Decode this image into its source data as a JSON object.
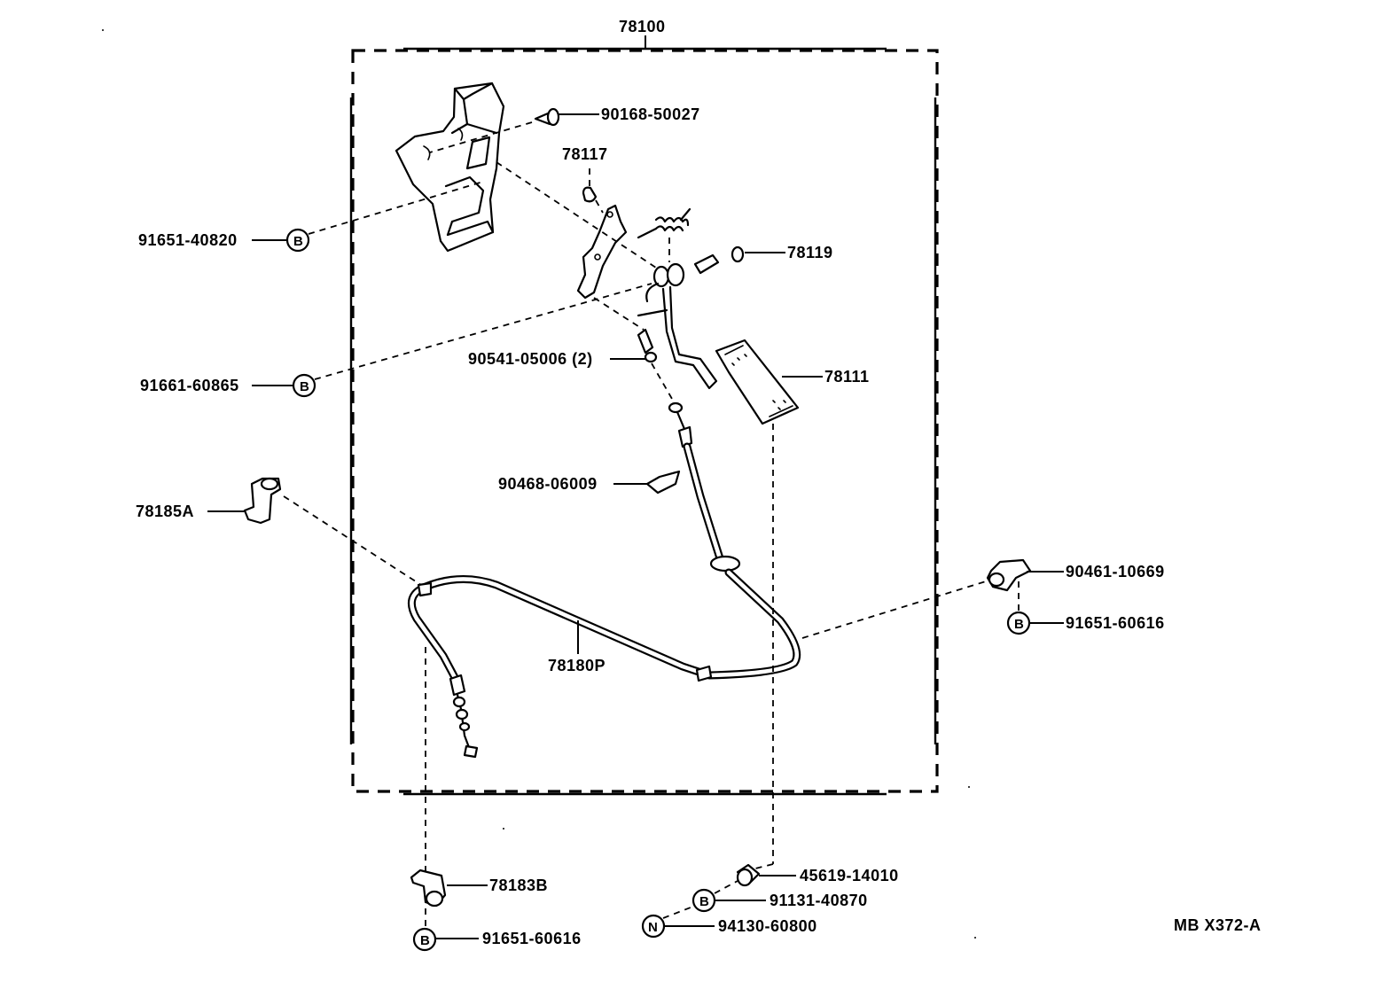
{
  "diagram": {
    "assembly_label": "78100",
    "drawing_code": "MB X372-A",
    "parts": {
      "bolt_upper": "90168-50027",
      "clip_upper": "78117",
      "bushing": "78119",
      "bolt_left_upper": "91651-40820",
      "bolt_left_mid": "91661-60865",
      "pin": "90541-05006 (2)",
      "pedal_pad": "78111",
      "clip_cable": "90468-06009",
      "clamp_left": "78185A",
      "cable": "78180P",
      "clamp_right": "90461-10669",
      "bolt_right": "91651-60616",
      "bracket_bottom": "78183B",
      "bolt_bottom_left": "91651-60616",
      "stopper": "45619-14010",
      "bolt_bottom_mid": "91131-40870",
      "nut_bottom_mid": "94130-60800"
    },
    "marks": {
      "bolt": "B",
      "nut": "N"
    }
  }
}
